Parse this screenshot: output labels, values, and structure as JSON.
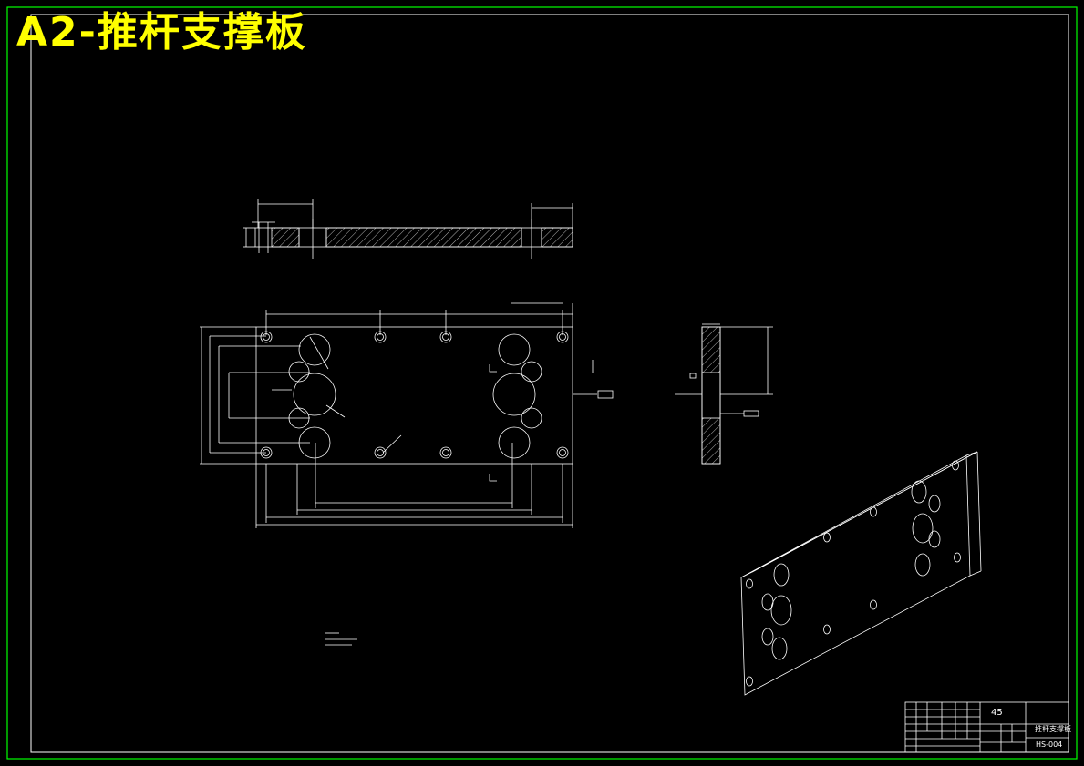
{
  "drawing": {
    "title": "A2-推杆支撑板",
    "colors": {
      "background": "#000000",
      "outer_border": "#00ff00",
      "lines": "#ffffff",
      "title_text": "#ffff00"
    }
  },
  "title_block": {
    "material": "45",
    "part_name": "推杆支撑板",
    "drawing_number": "HS-004"
  }
}
